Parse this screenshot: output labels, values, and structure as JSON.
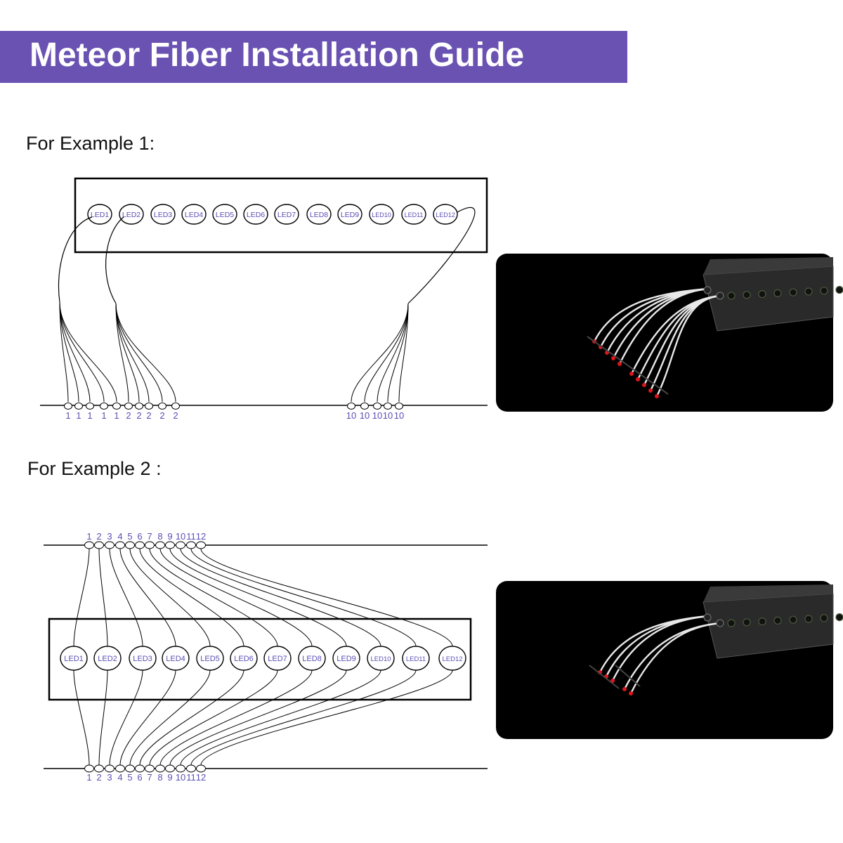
{
  "title": "Meteor Fiber Installation Guide",
  "colors": {
    "banner": "#6a52b3",
    "label_purple": "#5a4fb4",
    "photo_background": "#000000",
    "fiber_tip_red": "#e0141b"
  },
  "example1": {
    "heading": "For Example 1:",
    "leds": [
      "LED1",
      "LED2",
      "LED3",
      "LED4",
      "LED5",
      "LED6",
      "LED7",
      "LED8",
      "LED9",
      "LED10",
      "LED11",
      "LED12"
    ],
    "bottom_pin_labels": [
      "1",
      "1",
      "1",
      "1",
      "1",
      "2",
      "2",
      "2",
      "2",
      "2",
      "10",
      "10",
      "10",
      "10",
      "10"
    ]
  },
  "example2": {
    "heading": "For Example 2 :",
    "leds": [
      "LED1",
      "LED2",
      "LED3",
      "LED4",
      "LED5",
      "LED6",
      "LED7",
      "LED8",
      "LED9",
      "LED10",
      "LED11",
      "LED12"
    ],
    "top_pin_labels": [
      "1",
      "2",
      "3",
      "4",
      "5",
      "6",
      "7",
      "8",
      "9",
      "10",
      "11",
      "12"
    ],
    "bottom_pin_labels": [
      "1",
      "2",
      "3",
      "4",
      "5",
      "6",
      "7",
      "8",
      "9",
      "10",
      "11",
      "12"
    ]
  }
}
